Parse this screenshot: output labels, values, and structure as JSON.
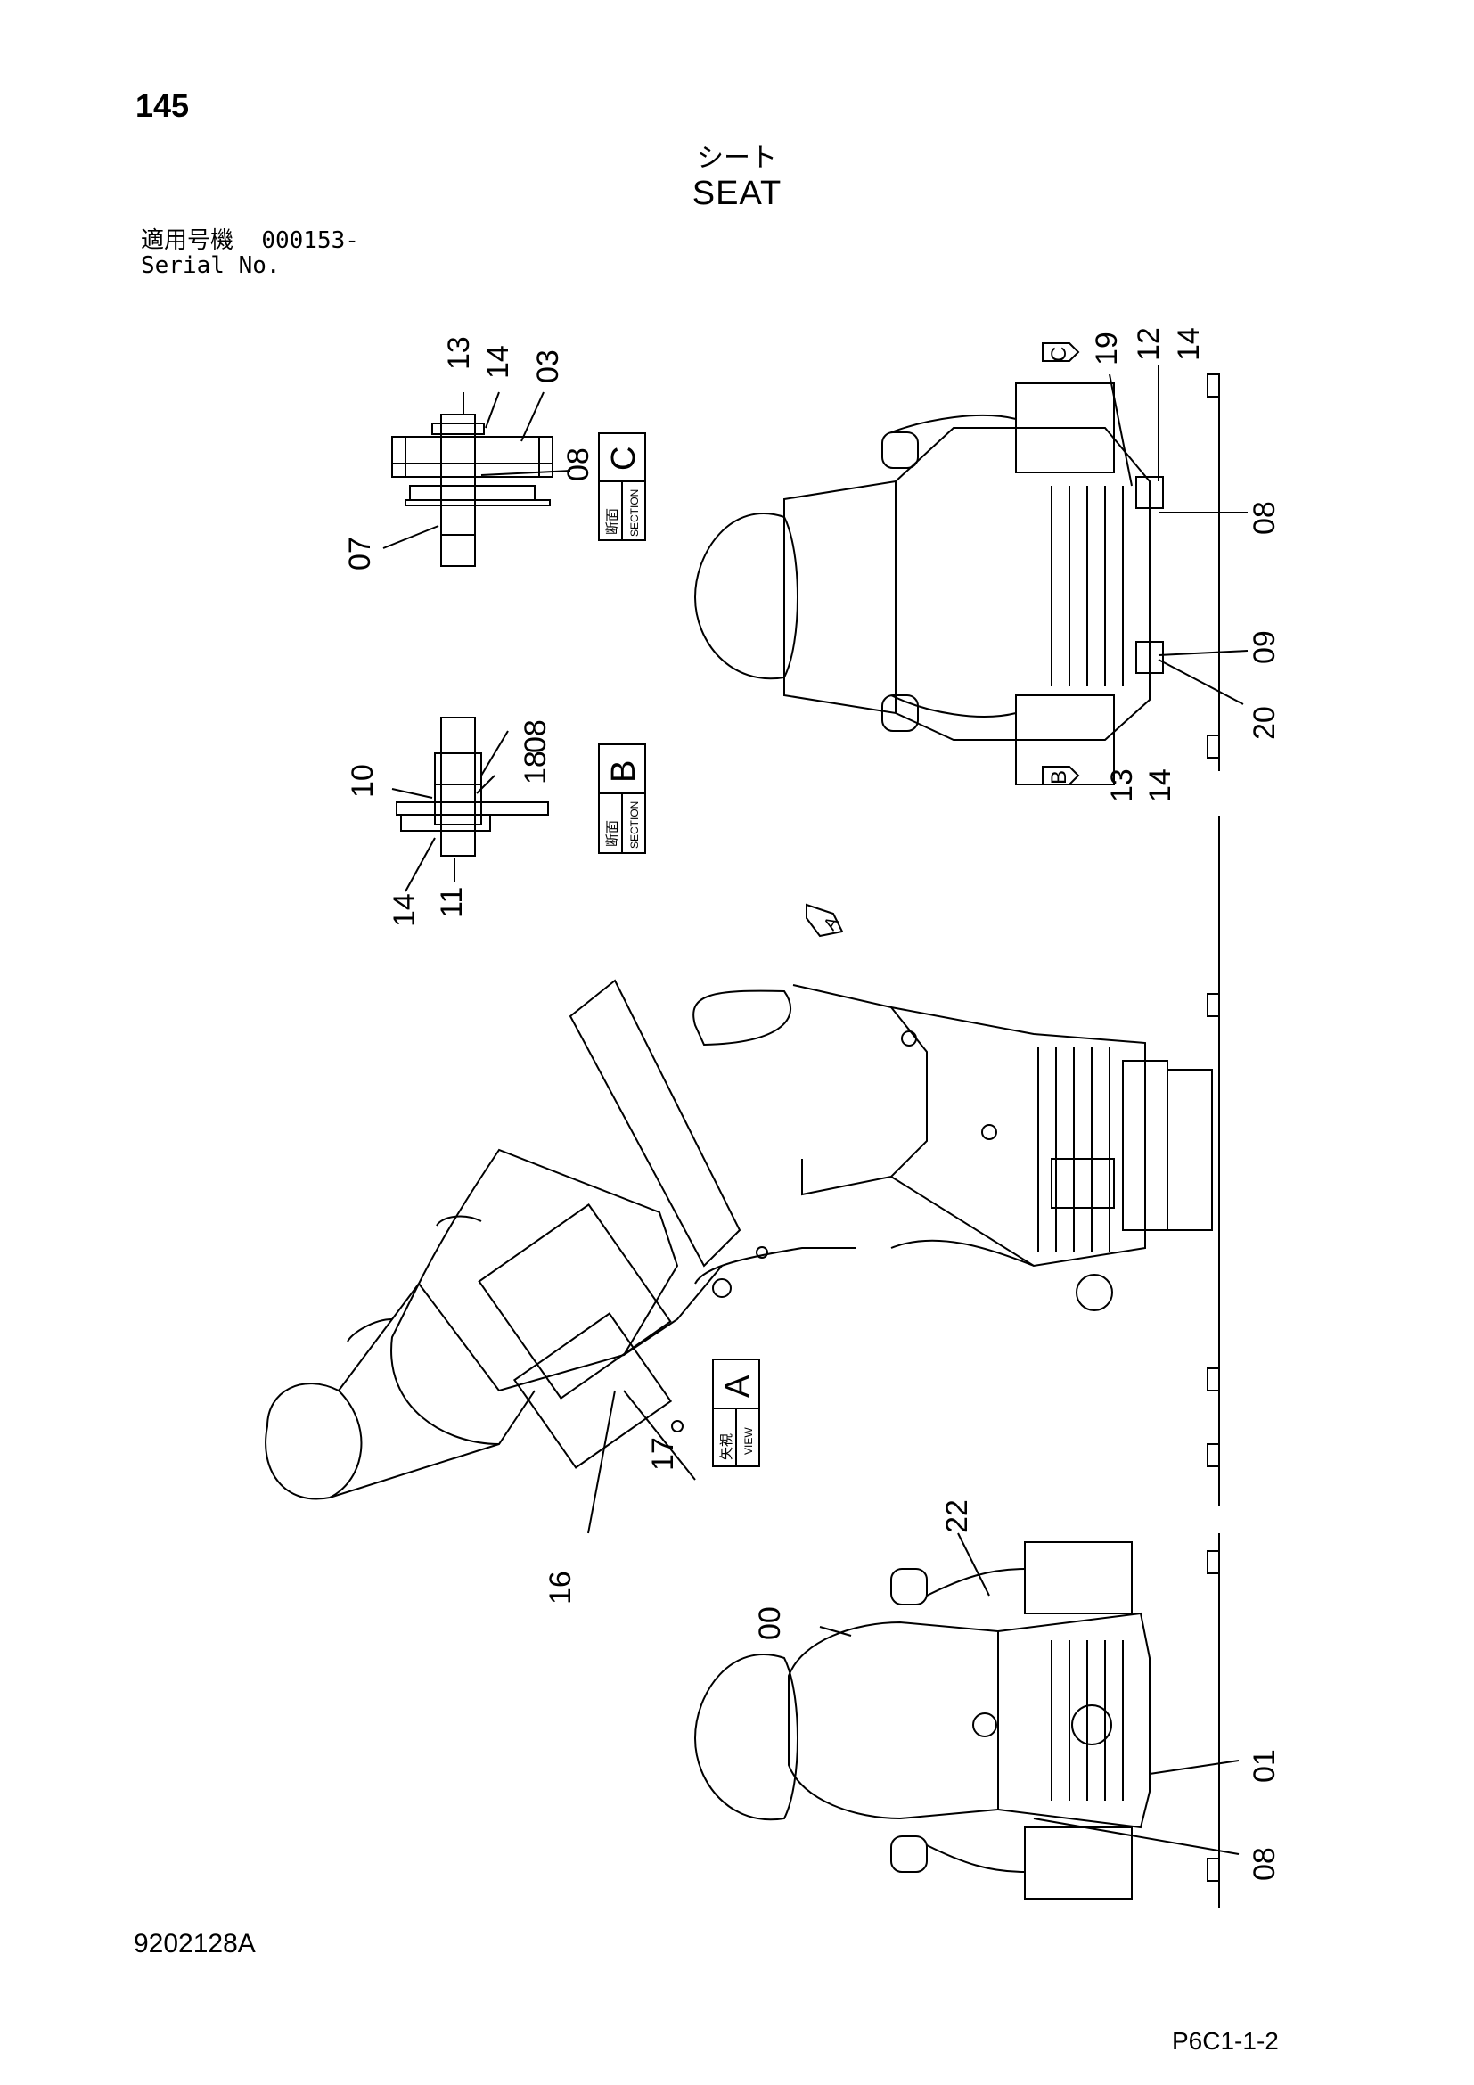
{
  "header": {
    "page_number": "145",
    "title_jp": "シート",
    "title_en": "SEAT",
    "serial_label_jp": "適用号機",
    "serial_value": "000153-",
    "serial_label_en": "Serial No."
  },
  "footer": {
    "doc_code": "9202128A",
    "page_code": "P6C1-1-2"
  },
  "section_c": {
    "word_jp": "断面",
    "word_en": "SECTION",
    "letter": "C",
    "callouts": [
      "13",
      "14",
      "03",
      "08",
      "07"
    ]
  },
  "section_b": {
    "word_jp": "断面",
    "word_en": "SECTION",
    "letter": "B",
    "callouts": [
      "10",
      "08",
      "18",
      "14",
      "11"
    ]
  },
  "view_a": {
    "word_jp": "矢視",
    "word_en": "VIEW",
    "letter": "A",
    "callouts": [
      "17",
      "16"
    ]
  },
  "top_view": {
    "arrow_c": "C",
    "arrow_b": "B",
    "callouts": [
      "19",
      "12",
      "14",
      "08",
      "09",
      "20",
      "13",
      "14"
    ]
  },
  "side_view": {
    "arrow_a": "A"
  },
  "bottom_view": {
    "callouts": [
      "22",
      "00",
      "01",
      "08"
    ]
  }
}
